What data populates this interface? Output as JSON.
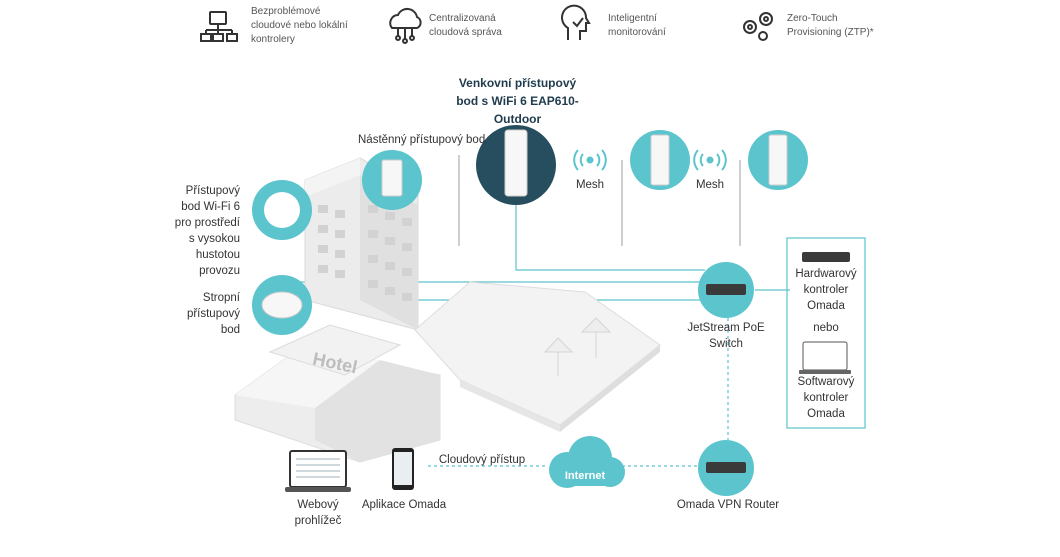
{
  "features": [
    {
      "icon": "network-controller-icon",
      "text": "Bezproblémové cloudové nebo lokální kontrolery"
    },
    {
      "icon": "cloud-management-icon",
      "text": "Centralizovaná cloudová správa"
    },
    {
      "icon": "intelligent-monitoring-icon",
      "text": "Inteligentní monitorování"
    },
    {
      "icon": "gears-icon",
      "text": "Zero-Touch Provisioning (ZTP)*"
    }
  ],
  "labels": {
    "outdoor_ap": "Venkovní přístupový bod s WiFi 6 EAP610-Outdoor",
    "wall_ap": "Nástěnný přístupový bod",
    "wifi6_ap": "Přístupový bod Wi-Fi 6 pro prostředí s vysokou hustotou provozu",
    "ceiling_ap": "Stropní přístupový bod",
    "mesh_1": "Mesh",
    "mesh_2": "Mesh",
    "hotel_sign": "Hotel",
    "switch": "JetStream PoE Switch",
    "hw_controller": "Hardwarový kontroler Omada",
    "or": "nebo",
    "sw_controller": "Softwarový kontroler Omada",
    "cloud_access": "Cloudový přístup",
    "internet": "Internet",
    "router": "Omada VPN Router",
    "browser": "Webový prohlížeč",
    "app": "Aplikace Omada"
  },
  "colors": {
    "accent": "#5bc4cd",
    "dark_circle": "#274e5e",
    "title": "#1f3b4d",
    "building": "#e6e6e6"
  }
}
